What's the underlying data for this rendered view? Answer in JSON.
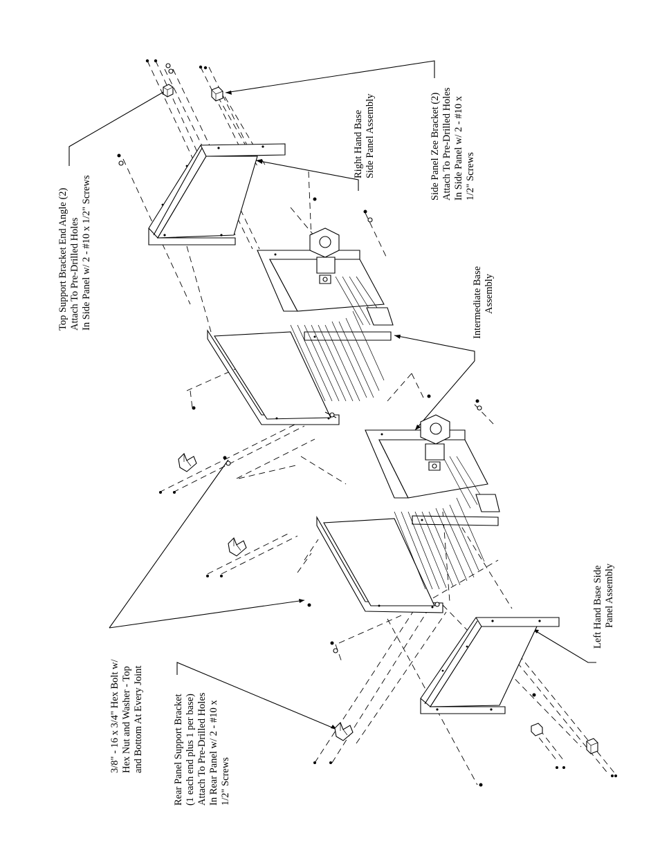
{
  "callouts": {
    "top_support_bracket": [
      "Top Support Bracket End Angle (2)",
      "Attach To Pre-Drilled Holes",
      "In Side Panel w/ 2 - #10 x 1/2\" Screws"
    ],
    "right_hand_base": [
      "Right Hand Base",
      "Side Panel Assembly"
    ],
    "side_panel_zee_bracket": [
      "Side Panel Zee Bracket (2)",
      "Attach To Pre-Drilled Holes",
      "In Side Panel w/ 2 - #10 x",
      "1/2\" Screws"
    ],
    "intermediate_base": [
      "Intermediate Base",
      "Assembly"
    ],
    "hex_bolt": [
      "3/8\" - 16 x 3/4\" Hex Bolt w/",
      "Hex Nut and Washer - Top",
      "and Bottom At Every Joint"
    ],
    "rear_panel_support": [
      "Rear Panel Support Bracket",
      "(1 each end plus 1 per base)",
      "Attach To Pre-Drilled Holes",
      "In Rear Panel w/ 2 - #10 x",
      "1/2\" Screws"
    ],
    "left_hand_base": [
      "Left Hand Base Side",
      "Panel Assembly"
    ]
  }
}
